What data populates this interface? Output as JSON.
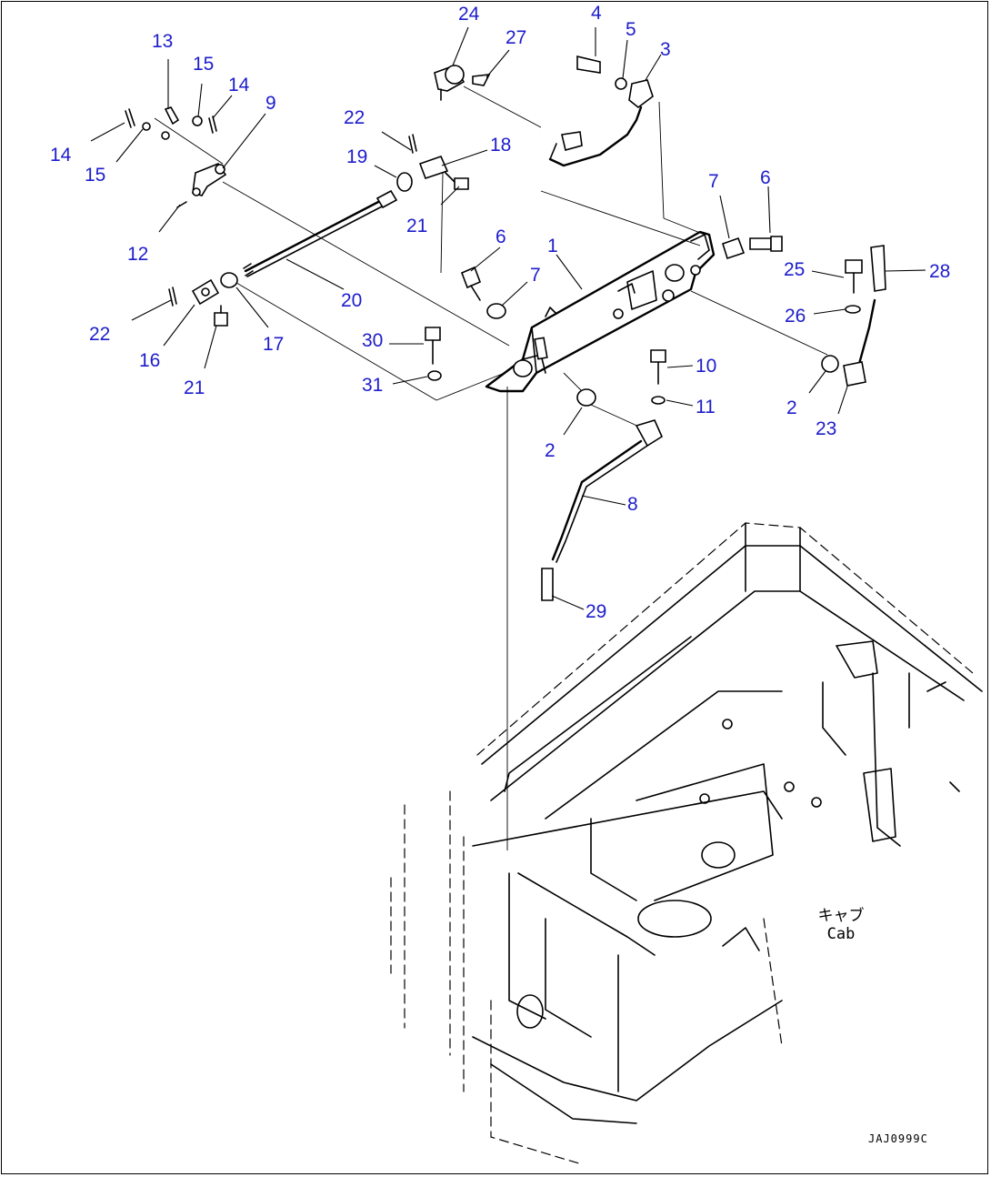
{
  "callouts": [
    {
      "id": "c13a",
      "text": "13"
    },
    {
      "id": "c15a",
      "text": "15"
    },
    {
      "id": "c14a",
      "text": "14"
    },
    {
      "id": "c9",
      "text": "9"
    },
    {
      "id": "c14b",
      "text": "14"
    },
    {
      "id": "c15b",
      "text": "15"
    },
    {
      "id": "c12",
      "text": "12"
    },
    {
      "id": "c24",
      "text": "24"
    },
    {
      "id": "c27",
      "text": "27"
    },
    {
      "id": "c4",
      "text": "4"
    },
    {
      "id": "c5",
      "text": "5"
    },
    {
      "id": "c3",
      "text": "3"
    },
    {
      "id": "c22a",
      "text": "22"
    },
    {
      "id": "c19",
      "text": "19"
    },
    {
      "id": "c18",
      "text": "18"
    },
    {
      "id": "c21a",
      "text": "21"
    },
    {
      "id": "c7a",
      "text": "7"
    },
    {
      "id": "c6a",
      "text": "6"
    },
    {
      "id": "c6b",
      "text": "6"
    },
    {
      "id": "c1",
      "text": "1"
    },
    {
      "id": "c7b",
      "text": "7"
    },
    {
      "id": "c25",
      "text": "25"
    },
    {
      "id": "c28",
      "text": "28"
    },
    {
      "id": "c26",
      "text": "26"
    },
    {
      "id": "c20",
      "text": "20"
    },
    {
      "id": "c22b",
      "text": "22"
    },
    {
      "id": "c16",
      "text": "16"
    },
    {
      "id": "c17",
      "text": "17"
    },
    {
      "id": "c21b",
      "text": "21"
    },
    {
      "id": "c30",
      "text": "30"
    },
    {
      "id": "c31",
      "text": "31"
    },
    {
      "id": "c10",
      "text": "10"
    },
    {
      "id": "c11",
      "text": "11"
    },
    {
      "id": "c2a",
      "text": "2"
    },
    {
      "id": "c2b",
      "text": "2"
    },
    {
      "id": "c23",
      "text": "23"
    },
    {
      "id": "c8",
      "text": "8"
    },
    {
      "id": "c29",
      "text": "29"
    }
  ],
  "cab_label": {
    "jp": "キャブ",
    "en": "Cab"
  },
  "drawing_code": "JAJ0999C"
}
